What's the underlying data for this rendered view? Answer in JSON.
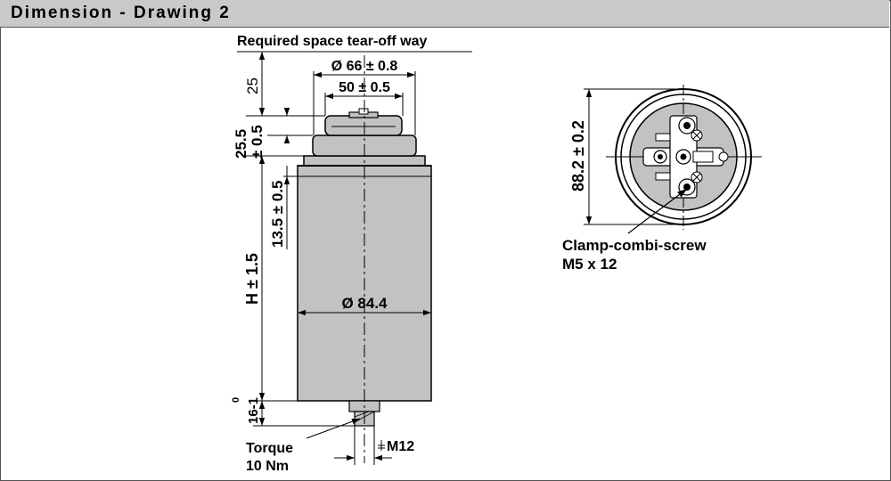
{
  "header": {
    "title": "Dimension - Drawing 2"
  },
  "side_view": {
    "required_space_label": "Required space tear-off way",
    "top_diameter_label": "Ø 66 ± 0.8",
    "top_width_label": "50 ± 0.5",
    "top_gap_label": "25",
    "terminal_height_label_1": "25.5",
    "terminal_height_label_2": "± 0.5",
    "rim_height_label": "13.5 ± 0.5",
    "body_height_label": "H ± 1.5",
    "body_diameter_label": "Ø 84.4",
    "stud_length_tol_top": "0",
    "stud_length_label": "16-1",
    "torque_label_1": "Torque",
    "torque_label_2": "10 Nm",
    "thread_label": "M12"
  },
  "top_view": {
    "diameter_label": "88.2 ± 0.2",
    "screw_label_1": "Clamp-combi-screw",
    "screw_label_2": "M5 x 12"
  }
}
